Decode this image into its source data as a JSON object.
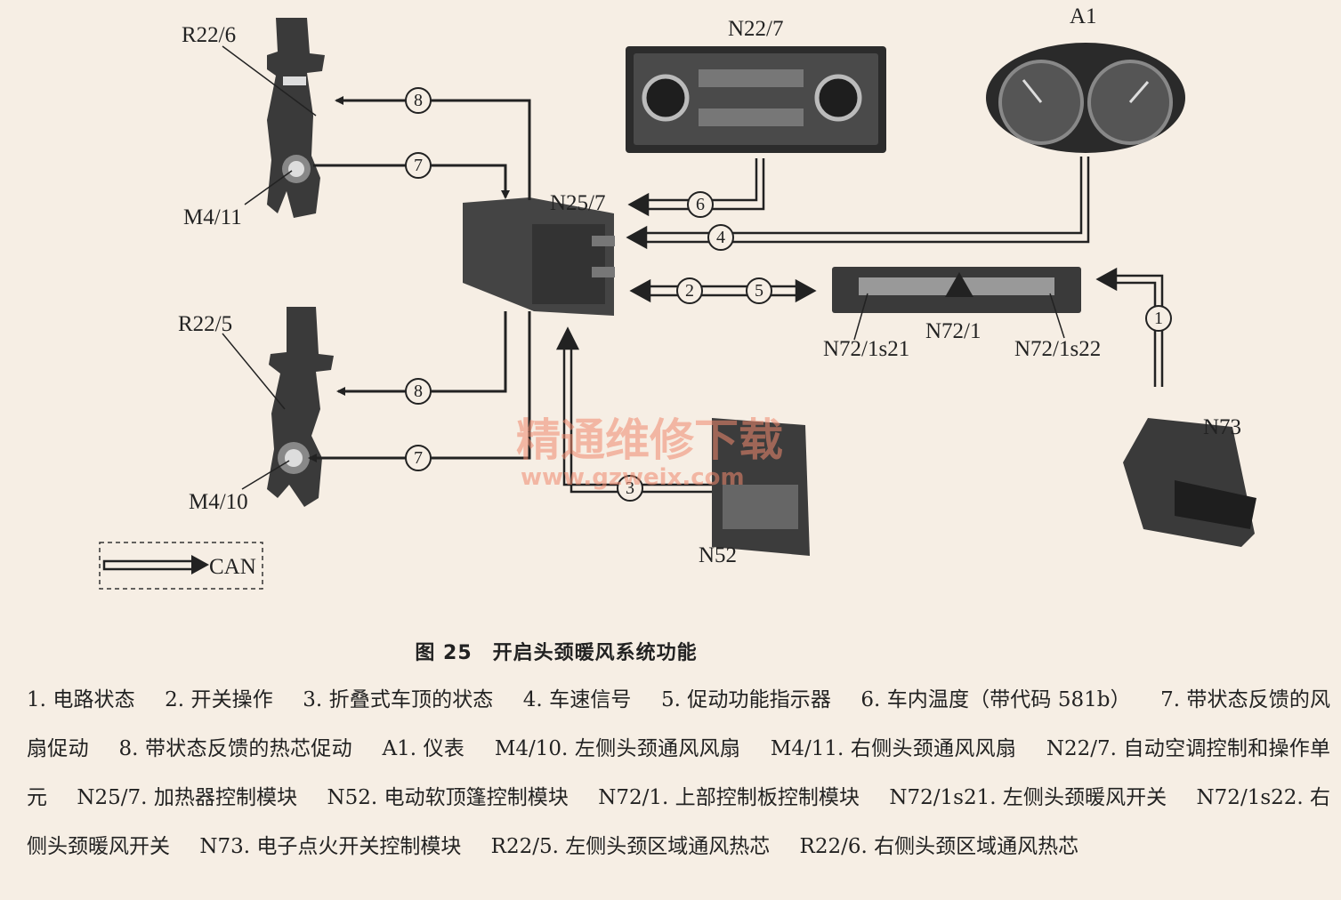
{
  "labels": {
    "r22_6": "R22/6",
    "m4_11": "M4/11",
    "r22_5": "R22/5",
    "m4_10": "M4/10",
    "n22_7": "N22/7",
    "a1": "A1",
    "n25_7": "N25/7",
    "n72_1": "N72/1",
    "n72_1s21": "N72/1s21",
    "n72_1s22": "N72/1s22",
    "n73": "N73",
    "n52": "N52",
    "can": "CAN"
  },
  "arrow_numbers": {
    "a1": "1",
    "a2": "2",
    "a3": "3",
    "a4": "4",
    "a5": "5",
    "a6": "6",
    "a7top": "7",
    "a7bot": "7",
    "a8top": "8",
    "a8bot": "8"
  },
  "watermark": {
    "line1": "精通维修下载",
    "line2": "www.gzweix.com"
  },
  "caption": "图 25　开启头颈暖风系统功能",
  "legend": [
    "1. 电路状态",
    "2. 开关操作",
    "3. 折叠式车顶的状态",
    "4. 车速信号",
    "5. 促动功能指示器",
    "6. 车内温度（带代码 581b）",
    "7. 带状态反馈的风扇促动",
    "8. 带状态反馈的热芯促动",
    "A1. 仪表",
    "M4/10. 左侧头颈通风风扇",
    "M4/11. 右侧头颈通风风扇",
    "N22/7. 自动空调控制和操作单元",
    "N25/7. 加热器控制模块",
    "N52. 电动软顶篷控制模块",
    "N72/1. 上部控制板控制模块",
    "N72/1s21. 左侧头颈暖风开关",
    "N72/1s22. 右侧头颈暖风开关",
    "N73. 电子点火开关控制模块",
    "R22/5. 左侧头颈区域通风热芯",
    "R22/6. 右侧头颈区域通风热芯"
  ]
}
